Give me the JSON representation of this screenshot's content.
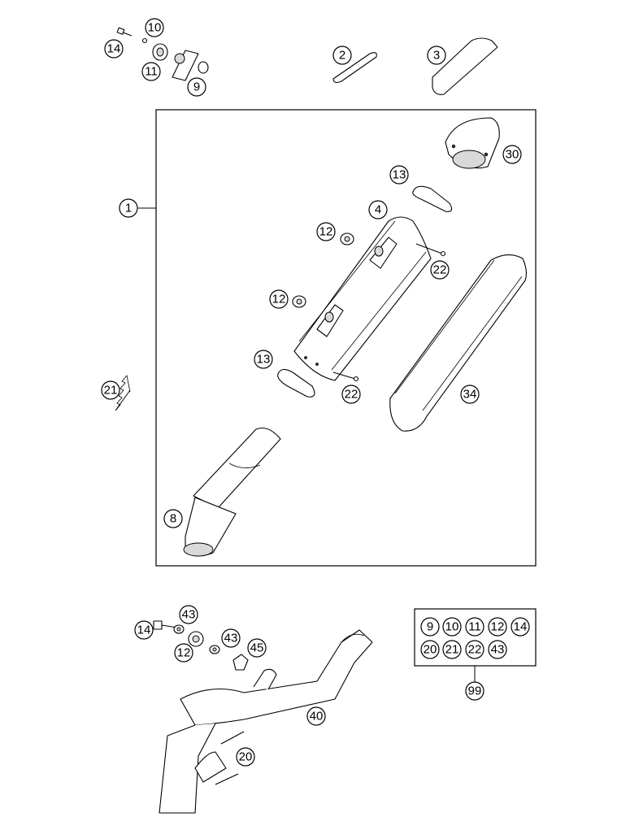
{
  "diagram": {
    "callouts": {
      "c14a": "14",
      "c10": "10",
      "c11": "11",
      "c9": "9",
      "c2": "2",
      "c3": "3",
      "c1": "1",
      "c30": "30",
      "c13a": "13",
      "c4": "4",
      "c12a": "12",
      "c22a": "22",
      "c12b": "12",
      "c13b": "13",
      "c22b": "22",
      "c34": "34",
      "c21": "21",
      "c8": "8",
      "c43a": "43",
      "c14b": "14",
      "c43b": "43",
      "c12c": "12",
      "c45": "45",
      "c40": "40",
      "c20": "20"
    },
    "kit_box": {
      "row1": [
        "9",
        "10",
        "11",
        "12",
        "14"
      ],
      "row2": [
        "20",
        "21",
        "22",
        "43"
      ],
      "kit_number": "99"
    }
  }
}
